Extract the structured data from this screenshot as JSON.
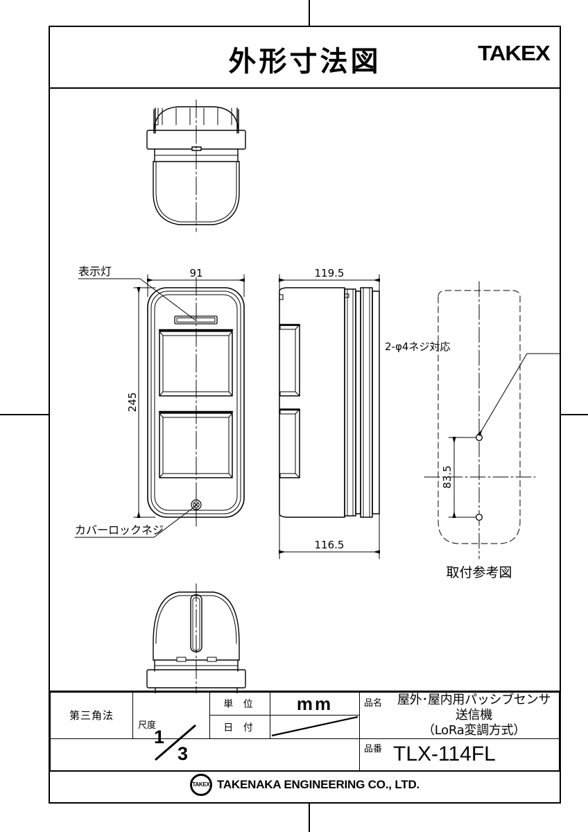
{
  "sheet": {
    "title": "外形寸法図",
    "brand": "TAKEX"
  },
  "views": {
    "top_view_name": "top-view",
    "front_view_name": "front-view",
    "side_view_name": "side-view",
    "bottom_view_name": "bottom-view",
    "mounting_view_caption": "取付参考図"
  },
  "annotations": {
    "indicator_lamp": "表示灯",
    "cover_lock_screw": "カバーロックネジ",
    "screw_spec": "2-φ4ネジ対応"
  },
  "dimensions": {
    "front_width": "91",
    "front_height": "245",
    "side_top_depth": "119.5",
    "side_bottom_depth": "116.5",
    "mount_hole_pitch": "83.5"
  },
  "title_block": {
    "projection_label": "第三角法",
    "scale_label": "尺度",
    "scale_numerator": "1",
    "scale_denominator": "3",
    "unit_label": "単 位",
    "unit_value": "mm",
    "date_label": "日 付",
    "date_value": "",
    "product_name_label": "品名",
    "product_name_line1": "屋外･屋内用パッシブセンサ送信機",
    "product_name_line2": "（LoRa変調方式）",
    "product_number_label": "品番",
    "product_number_value": "TLX-114FL",
    "remarks_value": ""
  },
  "footer": {
    "logo_text": "TAKEX",
    "company_name": "TAKENAKA ENGINEERING CO., LTD."
  },
  "colors": {
    "line": "#000000",
    "background": "#ffffff"
  }
}
